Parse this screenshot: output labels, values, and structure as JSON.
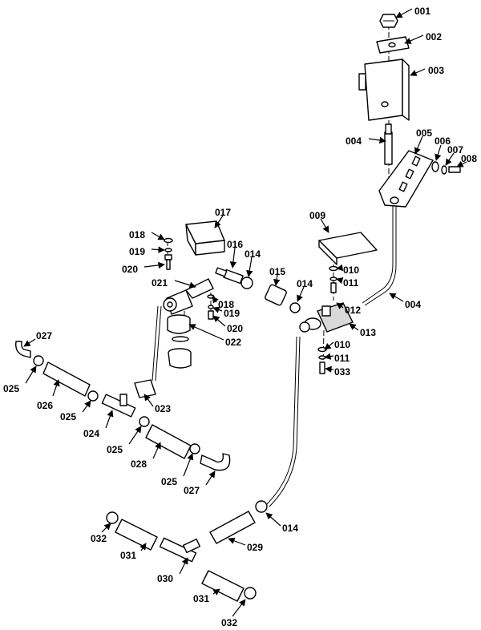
{
  "callouts": [
    {
      "id": "c001",
      "text": "001"
    },
    {
      "id": "c002",
      "text": "002"
    },
    {
      "id": "c003",
      "text": "003"
    },
    {
      "id": "c004a",
      "text": "004"
    },
    {
      "id": "c005",
      "text": "005"
    },
    {
      "id": "c006",
      "text": "006"
    },
    {
      "id": "c007",
      "text": "007"
    },
    {
      "id": "c008",
      "text": "008"
    },
    {
      "id": "c009",
      "text": "009"
    },
    {
      "id": "c017",
      "text": "017"
    },
    {
      "id": "c018a",
      "text": "018"
    },
    {
      "id": "c019a",
      "text": "019"
    },
    {
      "id": "c020a",
      "text": "020"
    },
    {
      "id": "c016",
      "text": "016"
    },
    {
      "id": "c014a",
      "text": "014"
    },
    {
      "id": "c015",
      "text": "015"
    },
    {
      "id": "c014b",
      "text": "014"
    },
    {
      "id": "c010a",
      "text": "010"
    },
    {
      "id": "c011a",
      "text": "011"
    },
    {
      "id": "c004b",
      "text": "004"
    },
    {
      "id": "c021",
      "text": "021"
    },
    {
      "id": "c018b",
      "text": "018"
    },
    {
      "id": "c019b",
      "text": "019"
    },
    {
      "id": "c020b",
      "text": "020"
    },
    {
      "id": "c012",
      "text": "012"
    },
    {
      "id": "c013",
      "text": "013"
    },
    {
      "id": "c022",
      "text": "022"
    },
    {
      "id": "c027a",
      "text": "027"
    },
    {
      "id": "c010b",
      "text": "010"
    },
    {
      "id": "c011b",
      "text": "011"
    },
    {
      "id": "c033",
      "text": "033"
    },
    {
      "id": "c025a",
      "text": "025"
    },
    {
      "id": "c026",
      "text": "026"
    },
    {
      "id": "c023",
      "text": "023"
    },
    {
      "id": "c025b",
      "text": "025"
    },
    {
      "id": "c024",
      "text": "024"
    },
    {
      "id": "c025c",
      "text": "025"
    },
    {
      "id": "c028",
      "text": "028"
    },
    {
      "id": "c025d",
      "text": "025"
    },
    {
      "id": "c027b",
      "text": "027"
    },
    {
      "id": "c014c",
      "text": "014"
    },
    {
      "id": "c032a",
      "text": "032"
    },
    {
      "id": "c029",
      "text": "029"
    },
    {
      "id": "c031a",
      "text": "031"
    },
    {
      "id": "c030",
      "text": "030"
    },
    {
      "id": "c031b",
      "text": "031"
    },
    {
      "id": "c032b",
      "text": "032"
    }
  ]
}
